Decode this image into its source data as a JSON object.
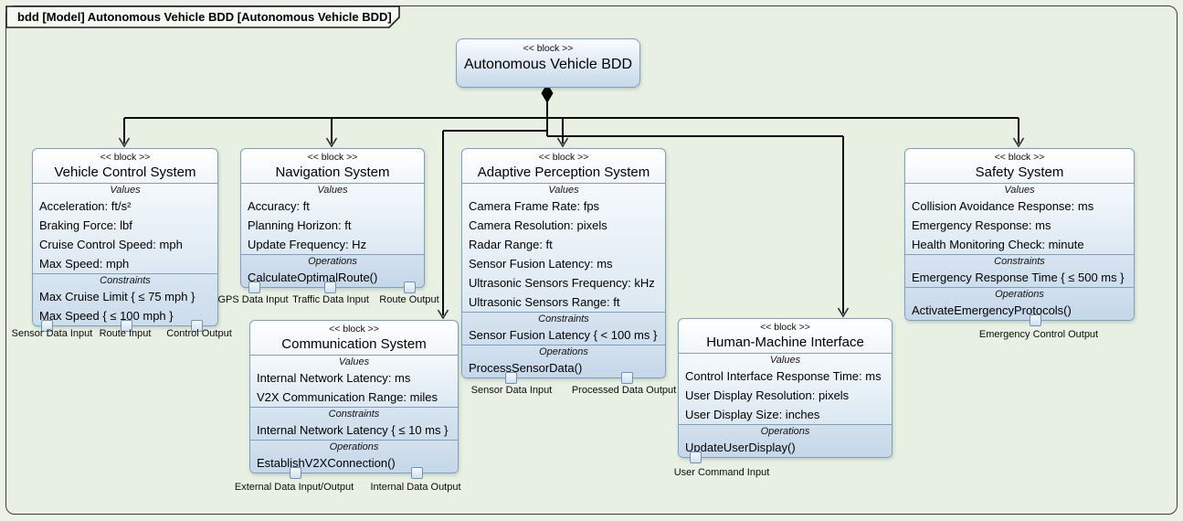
{
  "diagram": {
    "title": "bdd [Model] Autonomous Vehicle BDD [Autonomous Vehicle BDD]",
    "stereotype": "<< block >>",
    "section_labels": {
      "values": "Values",
      "constraints": "Constraints",
      "operations": "Operations"
    },
    "colors": {
      "canvas": "#e8efe3",
      "block_border": "#7d9fc2",
      "block_fill_bottom": "#c7d9ea",
      "connector": "#000000",
      "port_border": "#6f93b8"
    }
  },
  "root": {
    "name": "Autonomous Vehicle BDD"
  },
  "blocks": [
    {
      "name": "Vehicle Control System",
      "values": [
        "Acceleration: ft/s²",
        "Braking Force: lbf",
        "Cruise Control Speed: mph",
        "Max Speed: mph"
      ],
      "constraints": [
        "Max Cruise Limit { ≤ 75 mph }",
        "Max Speed { ≤ 100 mph }"
      ],
      "operations": [],
      "ports": [
        "Sensor Data Input",
        "Route Input",
        "Control Output"
      ]
    },
    {
      "name": "Navigation System",
      "values": [
        "Accuracy: ft",
        "Planning Horizon: ft",
        "Update Frequency: Hz"
      ],
      "constraints": [],
      "operations": [
        "CalculateOptimalRoute()"
      ],
      "ports": [
        "GPS Data Input",
        "Traffic Data Input",
        "Route Output"
      ]
    },
    {
      "name": "Adaptive Perception System",
      "values": [
        "Camera Frame Rate: fps",
        "Camera Resolution: pixels",
        "Radar Range: ft",
        "Sensor Fusion Latency: ms",
        "Ultrasonic Sensors Frequency: kHz",
        "Ultrasonic Sensors Range: ft"
      ],
      "constraints": [
        "Sensor Fusion Latency { < 100 ms }"
      ],
      "operations": [
        "ProcessSensorData()"
      ],
      "ports": [
        "Sensor Data Input",
        "Processed Data Output"
      ]
    },
    {
      "name": "Communication System",
      "values": [
        "Internal Network Latency: ms",
        "V2X Communication Range: miles"
      ],
      "constraints": [
        "Internal Network Latency { ≤ 10 ms }"
      ],
      "operations": [
        "EstablishV2XConnection()"
      ],
      "ports": [
        "External Data Input/Output",
        "Internal Data Output"
      ]
    },
    {
      "name": "Human-Machine Interface",
      "values": [
        "Control Interface Response Time: ms",
        "User Display Resolution: pixels",
        "User Display Size: inches"
      ],
      "constraints": [],
      "operations": [
        "UpdateUserDisplay()"
      ],
      "ports": [
        "User Command Input"
      ]
    },
    {
      "name": "Safety System",
      "values": [
        "Collision Avoidance Response: ms",
        "Emergency Response: ms",
        "Health Monitoring Check: minute"
      ],
      "constraints": [
        "Emergency Response Time { ≤ 500 ms }"
      ],
      "operations": [
        "ActivateEmergencyProtocols()"
      ],
      "ports": [
        "Emergency Control Output"
      ]
    }
  ]
}
